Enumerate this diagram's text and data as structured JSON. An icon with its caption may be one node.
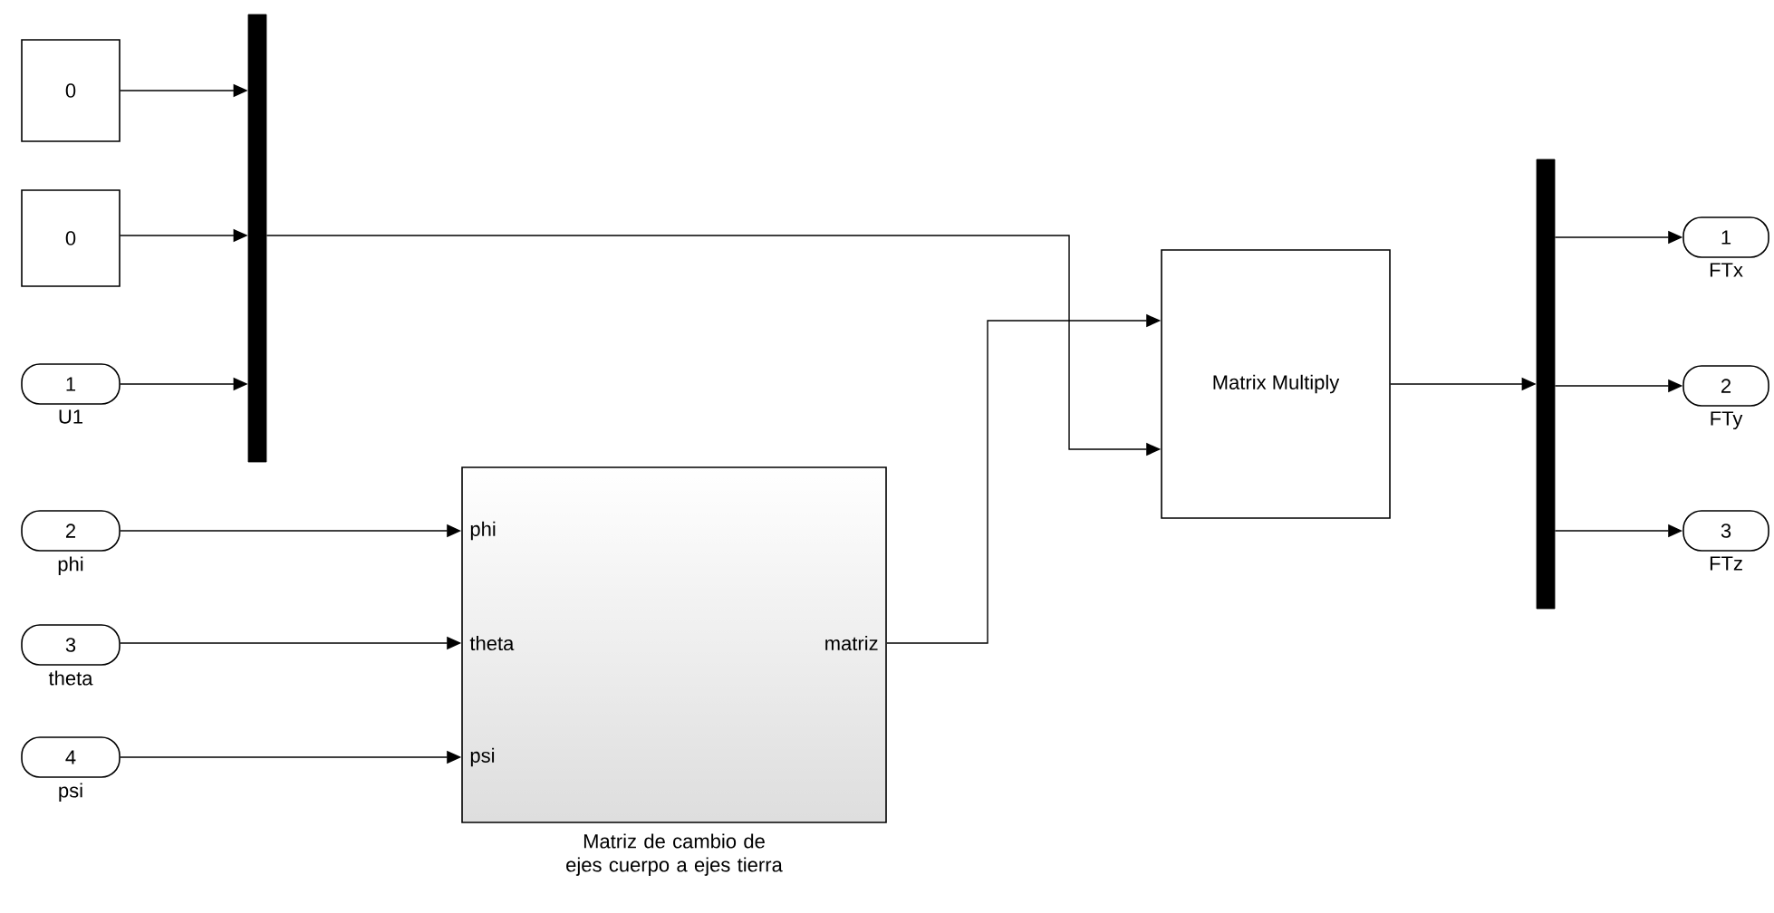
{
  "diagram": {
    "nodes": [
      {
        "text": [
          "0"
        ]
      },
      {
        "text": [
          "0"
        ]
      },
      {
        "text": [
          "1"
        ],
        "beside": [
          "U1"
        ]
      },
      {
        "text": [],
        "shape": "bar"
      },
      {
        "text": [
          "2"
        ],
        "beside": [
          "phi"
        ]
      },
      {
        "text": [
          "3"
        ],
        "beside": [
          "theta"
        ]
      },
      {
        "text": [
          "4"
        ],
        "beside": [
          "psi"
        ]
      },
      {
        "text": [
          "phi",
          "theta",
          "psi",
          "matriz"
        ],
        "beside": [
          "Matriz de cambio de ejes cuerpo a ejes tierra"
        ]
      },
      {
        "text": [
          "Matrix Multiply"
        ]
      },
      {
        "text": [],
        "shape": "bar"
      },
      {
        "text": [
          "1"
        ],
        "beside": [
          "FTx"
        ]
      },
      {
        "text": [
          "2"
        ],
        "beside": [
          "FTy"
        ]
      },
      {
        "text": [
          "3"
        ],
        "beside": [
          "FTz"
        ]
      }
    ],
    "edges": [
      {
        "from": 0,
        "to": 3,
        "arrow": "to"
      },
      {
        "from": 1,
        "to": 3,
        "arrow": "to"
      },
      {
        "from": 2,
        "to": 3,
        "arrow": "to"
      },
      {
        "from": 4,
        "to": 7,
        "arrow": "to"
      },
      {
        "from": 5,
        "to": 7,
        "arrow": "to"
      },
      {
        "from": 6,
        "to": 7,
        "arrow": "to"
      },
      {
        "from": 3,
        "to": 8,
        "arrow": "to"
      },
      {
        "from": 7,
        "to": 8,
        "arrow": "to"
      },
      {
        "from": 8,
        "to": 9,
        "arrow": "to"
      },
      {
        "from": 9,
        "to": 10,
        "arrow": "to"
      },
      {
        "from": 9,
        "to": 11,
        "arrow": "to"
      },
      {
        "from": 9,
        "to": 12,
        "arrow": "to"
      }
    ]
  }
}
